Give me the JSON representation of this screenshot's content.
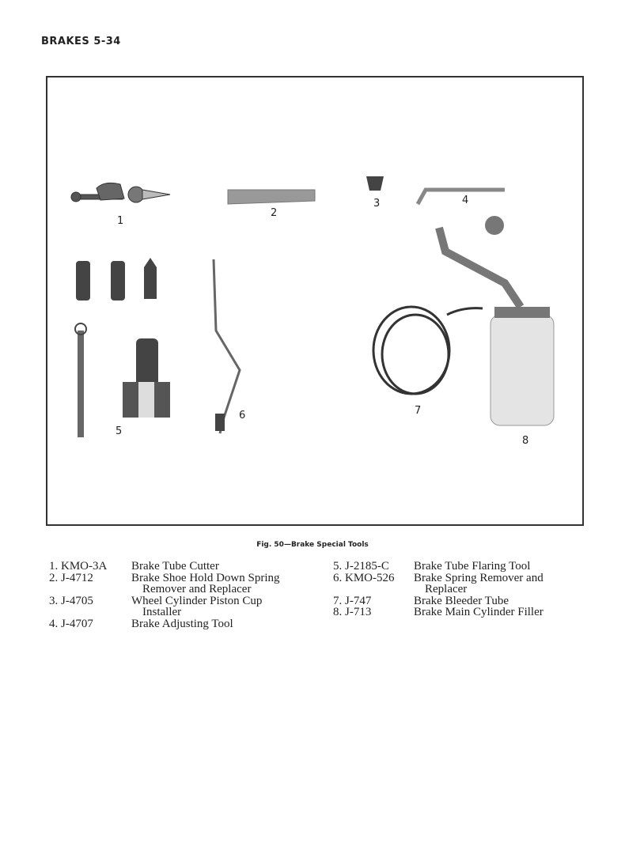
{
  "header": "BRAKES 5-34",
  "figure": {
    "labels": [
      "1",
      "2",
      "3",
      "4",
      "5",
      "6",
      "7",
      "8"
    ]
  },
  "caption": "Fig. 50—Brake Special Tools",
  "legend_left": [
    {
      "code": "1. KMO-3A",
      "desc": "Brake Tube Cutter",
      "cont": ""
    },
    {
      "code": "2. J-4712",
      "desc": "Brake Shoe Hold Down Spring",
      "cont": "Remover and Replacer"
    },
    {
      "code": "3. J-4705",
      "desc": "Wheel Cylinder Piston Cup",
      "cont": "Installer"
    },
    {
      "code": "4. J-4707",
      "desc": "Brake Adjusting Tool",
      "cont": ""
    }
  ],
  "legend_right": [
    {
      "code": "5. J-2185-C",
      "desc": "Brake Tube Flaring Tool",
      "cont": ""
    },
    {
      "code": "6. KMO-526",
      "desc": "Brake Spring Remover and",
      "cont": "Replacer"
    },
    {
      "code": "7. J-747",
      "desc": "Brake Bleeder Tube",
      "cont": ""
    },
    {
      "code": "8. J-713",
      "desc": "Brake Main Cylinder Filler",
      "cont": ""
    }
  ]
}
